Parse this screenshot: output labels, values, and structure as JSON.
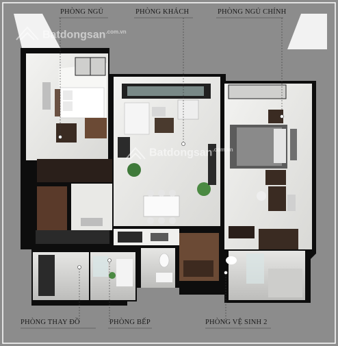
{
  "labels": {
    "phong_ngu": "PHÒNG NGỦ",
    "phong_khach": "PHÒNG KHÁCH",
    "phong_ngu_chinh": "PHÒNG NGỦ CHÍNH",
    "phong_thay_do": "PHÒNG THAY ĐỒ",
    "phong_bep": "PHÒNG BẾP",
    "phong_ve_sinh_2": "PHÒNG VỆ SINH 2"
  },
  "watermark": {
    "brand": "Batdongsan",
    "domain": ".com.vn"
  },
  "colors": {
    "background": "#8c8c8c",
    "frame": "#ffffff",
    "wall": "#0d0d0d",
    "floor": "#e9e9e6",
    "wood_floor": "#6b4a35",
    "label_line": "#3a3a3a"
  }
}
